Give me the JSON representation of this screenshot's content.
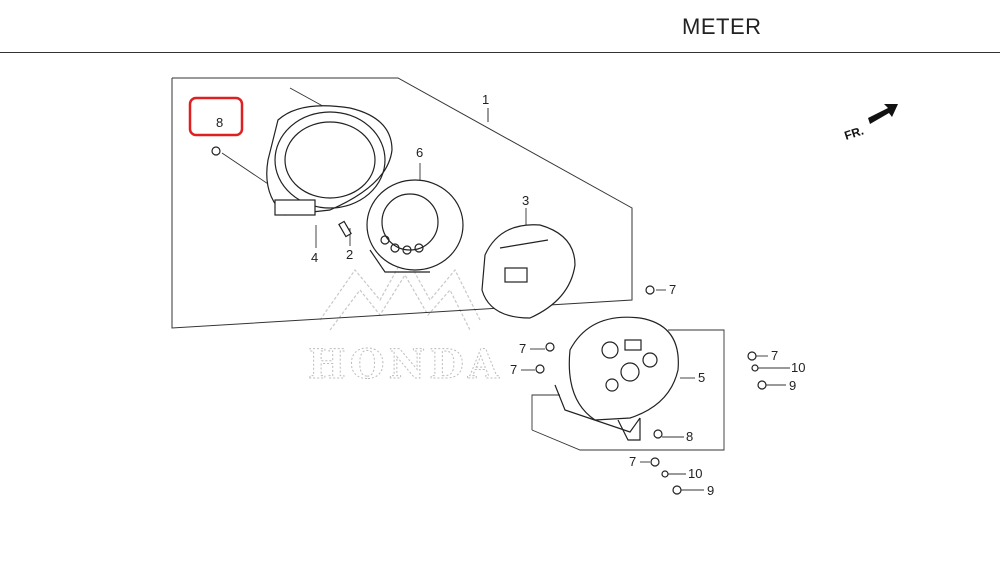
{
  "header": {
    "title": "METER"
  },
  "watermark": {
    "brand": "HONDA"
  },
  "direction": {
    "label": "FR."
  },
  "highlight": {
    "color": "#e02020",
    "part": "8"
  },
  "callouts": {
    "c1": "1",
    "c2": "2",
    "c3": "3",
    "c4": "4",
    "c5": "5",
    "c6": "6",
    "c7a": "7",
    "c7b": "7",
    "c7c": "7",
    "c7d": "7",
    "c7e": "7",
    "c8top": "8",
    "c8b": "8",
    "c9a": "9",
    "c9b": "9",
    "c10a": "10",
    "c10b": "10"
  }
}
